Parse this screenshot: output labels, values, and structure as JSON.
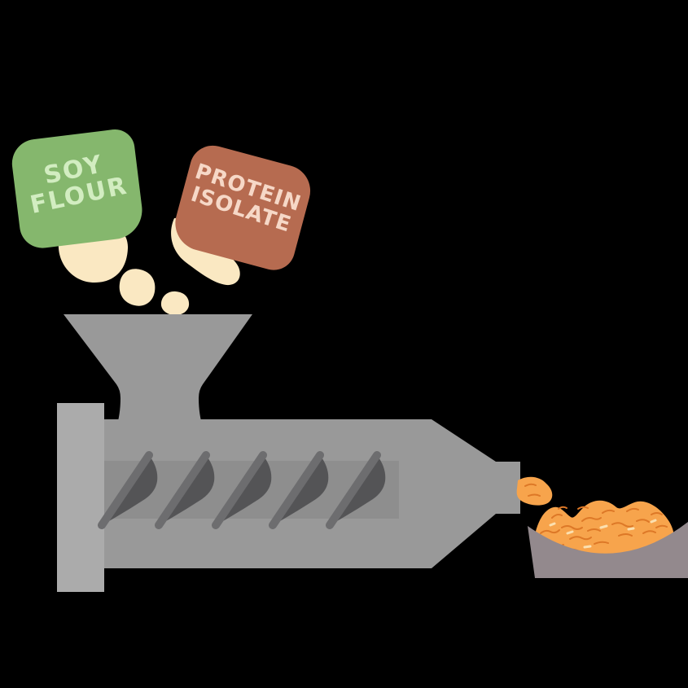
{
  "bags": {
    "soy_flour": {
      "line1": "SOY",
      "line2": "FLOUR",
      "bag_color": "#85b76d",
      "text_color": "#d2edc1"
    },
    "protein_isolate": {
      "line1": "PROTEIN",
      "line2": "ISOLATE",
      "bag_color": "#b66b50",
      "text_color": "#f6d8c7"
    }
  },
  "colors": {
    "background": "#000000",
    "flour": "#fae8c2",
    "machine_body": "#999999",
    "machine_end_cap": "#ababab",
    "screw_channel": "#8e8e8e",
    "screw_blade": "#545456",
    "screw_blade_rim": "#6d6d6f",
    "product": "#f7a44c",
    "product_streak": "#dd7827",
    "product_highlight": "#fbe0b0",
    "tray": "#93898d"
  }
}
